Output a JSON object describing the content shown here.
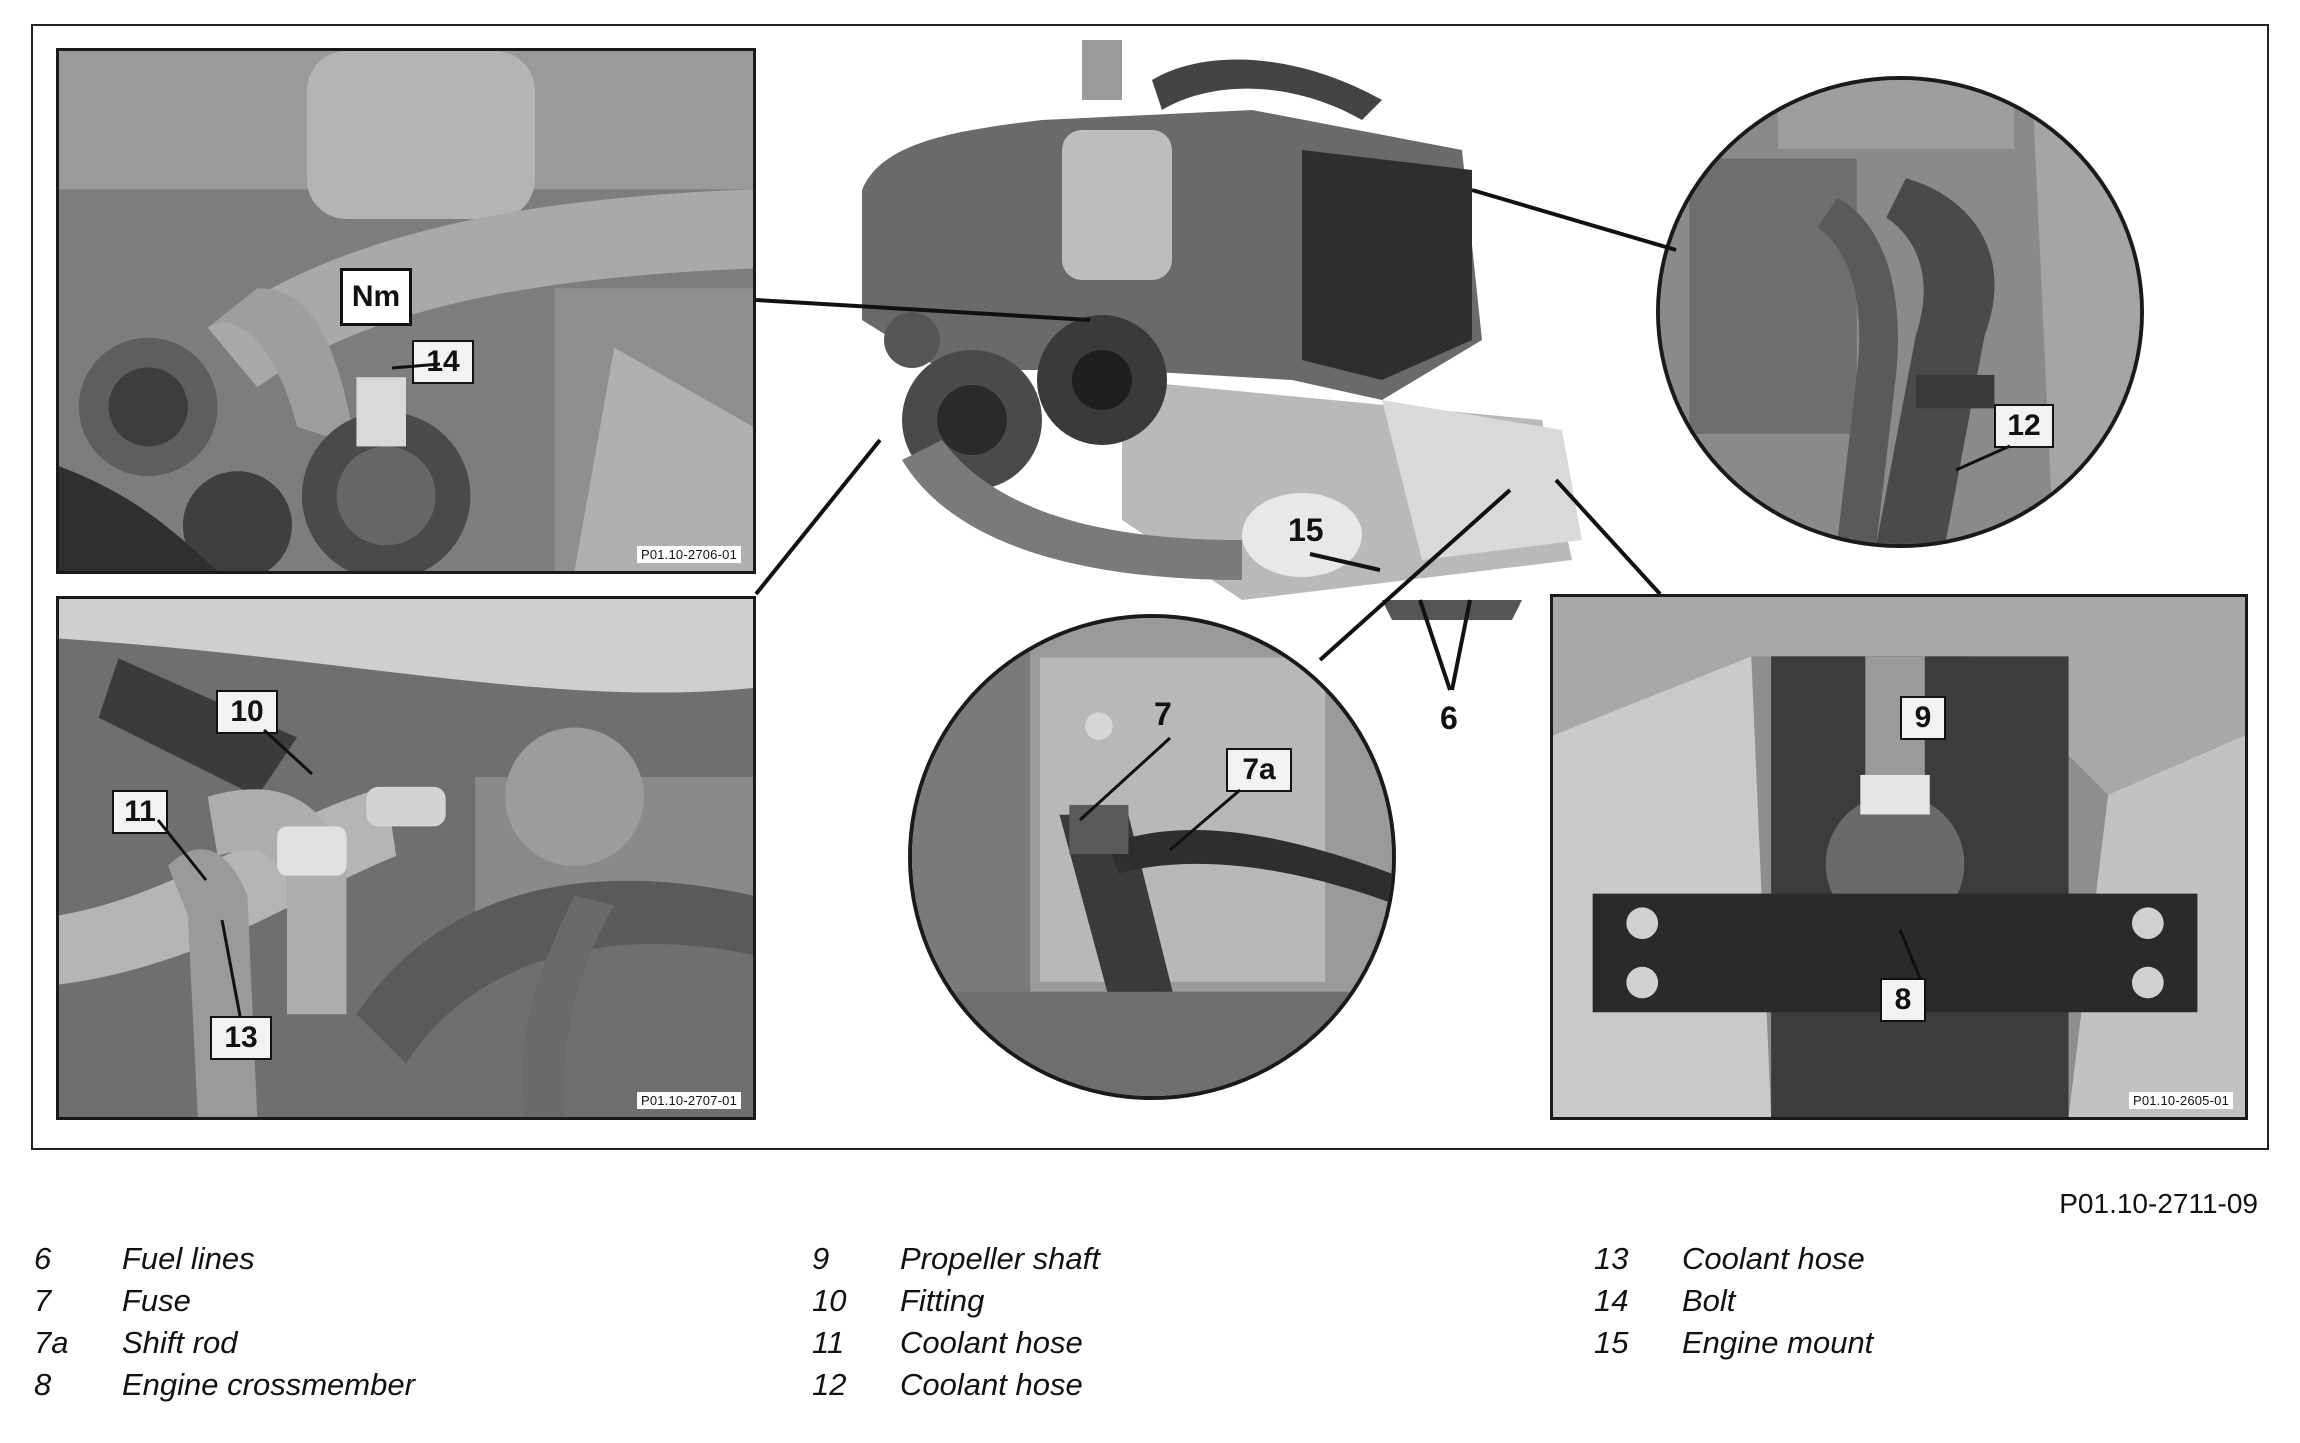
{
  "figure_id": "P01.10-2711-09",
  "panels": {
    "top_left": {
      "photo_id": "P01.10-2706-01",
      "badge": "Nm",
      "callout": "14"
    },
    "bottom_left": {
      "photo_id": "P01.10-2707-01",
      "callouts": [
        "10",
        "11",
        "13"
      ]
    },
    "bottom_right": {
      "photo_id": "P01.10-2605-01",
      "callouts": [
        "9",
        "8"
      ]
    },
    "center_circle": {
      "callouts": [
        "7",
        "7a"
      ]
    },
    "right_circle": {
      "callouts": [
        "12"
      ]
    },
    "engine": {
      "callouts": [
        "15",
        "6"
      ]
    }
  },
  "legend": {
    "col1": [
      {
        "num": "6",
        "label": "Fuel lines"
      },
      {
        "num": "7",
        "label": "Fuse"
      },
      {
        "num": "7a",
        "label": "Shift rod"
      },
      {
        "num": "8",
        "label": "Engine crossmember"
      }
    ],
    "col2": [
      {
        "num": "9",
        "label": "Propeller shaft"
      },
      {
        "num": "10",
        "label": "Fitting"
      },
      {
        "num": "11",
        "label": "Coolant hose"
      },
      {
        "num": "12",
        "label": "Coolant hose"
      }
    ],
    "col3": [
      {
        "num": "13",
        "label": "Coolant hose"
      },
      {
        "num": "14",
        "label": "Bolt"
      },
      {
        "num": "15",
        "label": "Engine mount"
      }
    ]
  },
  "colors": {
    "frame": "#222222",
    "photo_dark": "#3a3a3a",
    "photo_mid": "#8a8a8a",
    "photo_light": "#c8c8c8"
  }
}
